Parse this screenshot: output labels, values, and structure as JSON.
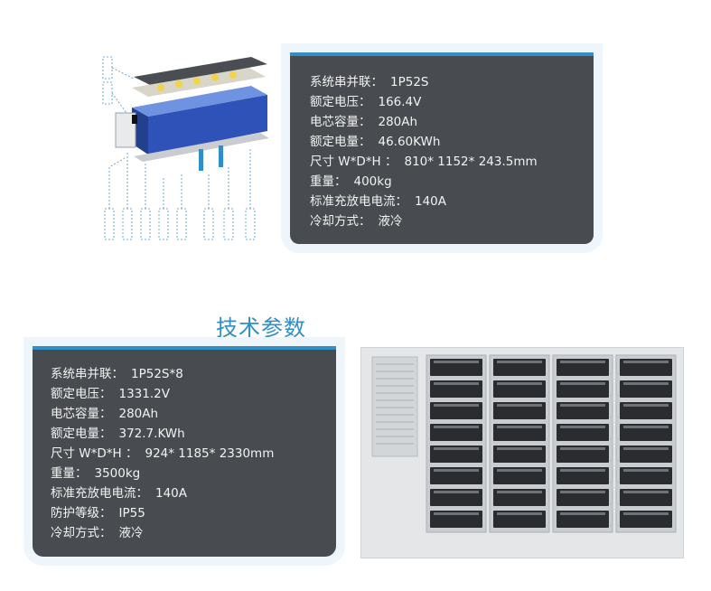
{
  "module_specs": [
    {
      "label": "系统串并联：",
      "value": "1P52S"
    },
    {
      "label": "额定电压：",
      "value": "166.4V"
    },
    {
      "label": "电芯容量：",
      "value": "280Ah"
    },
    {
      "label": "额定电量：",
      "value": "46.60KWh"
    },
    {
      "label": "尺寸 W*D*H ：",
      "value": "810* 1152* 243.5mm"
    },
    {
      "label": "重量：",
      "value": "400kg"
    },
    {
      "label": "标准充放电电流：",
      "value": "140A"
    },
    {
      "label": "冷却方式：",
      "value": "液冷"
    }
  ],
  "section_title": "技术参数",
  "cabinet_specs": [
    {
      "label": "系统串并联：",
      "value": "1P52S*8"
    },
    {
      "label": "额定电压：",
      "value": "1331.2V"
    },
    {
      "label": "电芯容量：",
      "value": "280Ah"
    },
    {
      "label": "额定电量：",
      "value": "372.7.KWh"
    },
    {
      "label": "尺寸 W*D*H ：",
      "value": "924* 1185* 2330mm"
    },
    {
      "label": "重量：",
      "value": "3500kg"
    },
    {
      "label": "标准充放电电流：",
      "value": "140A"
    },
    {
      "label": "防护等级：",
      "value": "IP55"
    },
    {
      "label": "冷却方式：",
      "value": "液冷"
    }
  ],
  "colors": {
    "accent": "#2f8fc6",
    "card_bg": "#484c50",
    "module_blue": "#3a63c9"
  }
}
